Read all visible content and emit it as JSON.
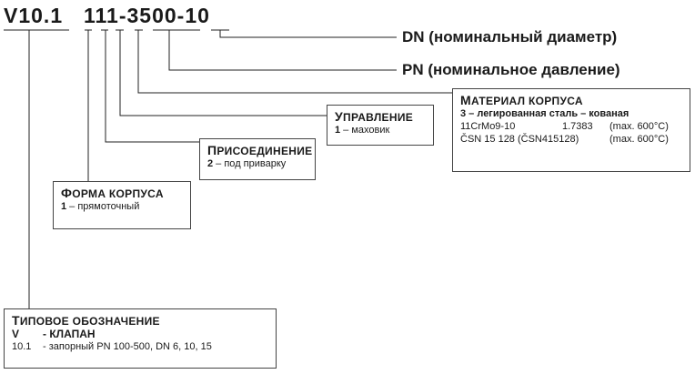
{
  "code": {
    "part1": "V10.1",
    "part2": "111-3500-10"
  },
  "labels": {
    "dn": "DN (номинальный диаметр)",
    "pn": "PN (номинальное давление)"
  },
  "boxes": {
    "material": {
      "title_cap": "М",
      "title_rest": "АТЕРИАЛ КОРПУСА",
      "line1": "3 – легированная сталь – кованая",
      "rows": [
        [
          "11CrMo9-10",
          "1.7383",
          "(max. 600°C)"
        ],
        [
          "ČSN 15 128 (ČSN415128)",
          "",
          "(max. 600°C)"
        ]
      ]
    },
    "control": {
      "title_cap": "У",
      "title_rest": "ПРАВЛЕНИЕ",
      "num": "1",
      "text": " – маховик"
    },
    "connection": {
      "title_cap": "П",
      "title_rest": "РИСОЕДИНЕНИЕ",
      "num": "2",
      "text": " – под приварку"
    },
    "body_form": {
      "title_cap": "Ф",
      "title_rest": "ОРМА КОРПУСА",
      "num": "1",
      "text": " – прямоточный"
    },
    "type": {
      "title_cap": "Т",
      "title_rest": "ИПОВОЕ ОБОЗНАЧЕНИЕ",
      "v_code": "V",
      "v_text": "- КЛАПАН",
      "row_code": "10.1",
      "row_text": "- запорный PN 100-500, DN 6, 10, 15"
    }
  },
  "colors": {
    "line": "#222222",
    "box_border": "#444444"
  }
}
